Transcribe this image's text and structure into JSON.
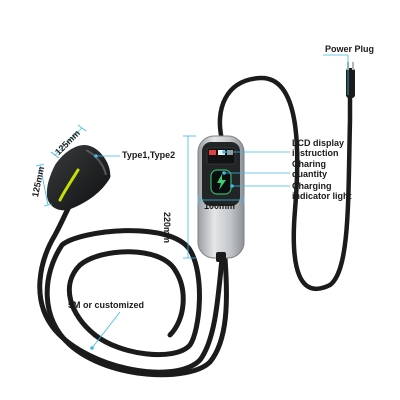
{
  "labels": {
    "power_plug": "Power Plug",
    "lcd_line1": "LCD display",
    "lcd_line2": "instruction",
    "qty_line1": "Charing",
    "qty_line2": "quantity",
    "ind_line1": "Charging",
    "ind_line2": "indicator light",
    "connector": "Type1,Type2",
    "dim_125_top": "125mm",
    "dim_125_left": "125mm",
    "dim_220": "220mm",
    "dim_100": "100mm",
    "cable": "5M or customized"
  },
  "colors": {
    "cable": "#1b1b1b",
    "dim_line": "#3fb8e6",
    "accent": "#c8e000",
    "body_silver": "#c9cbce",
    "body_dark": "#222426"
  }
}
